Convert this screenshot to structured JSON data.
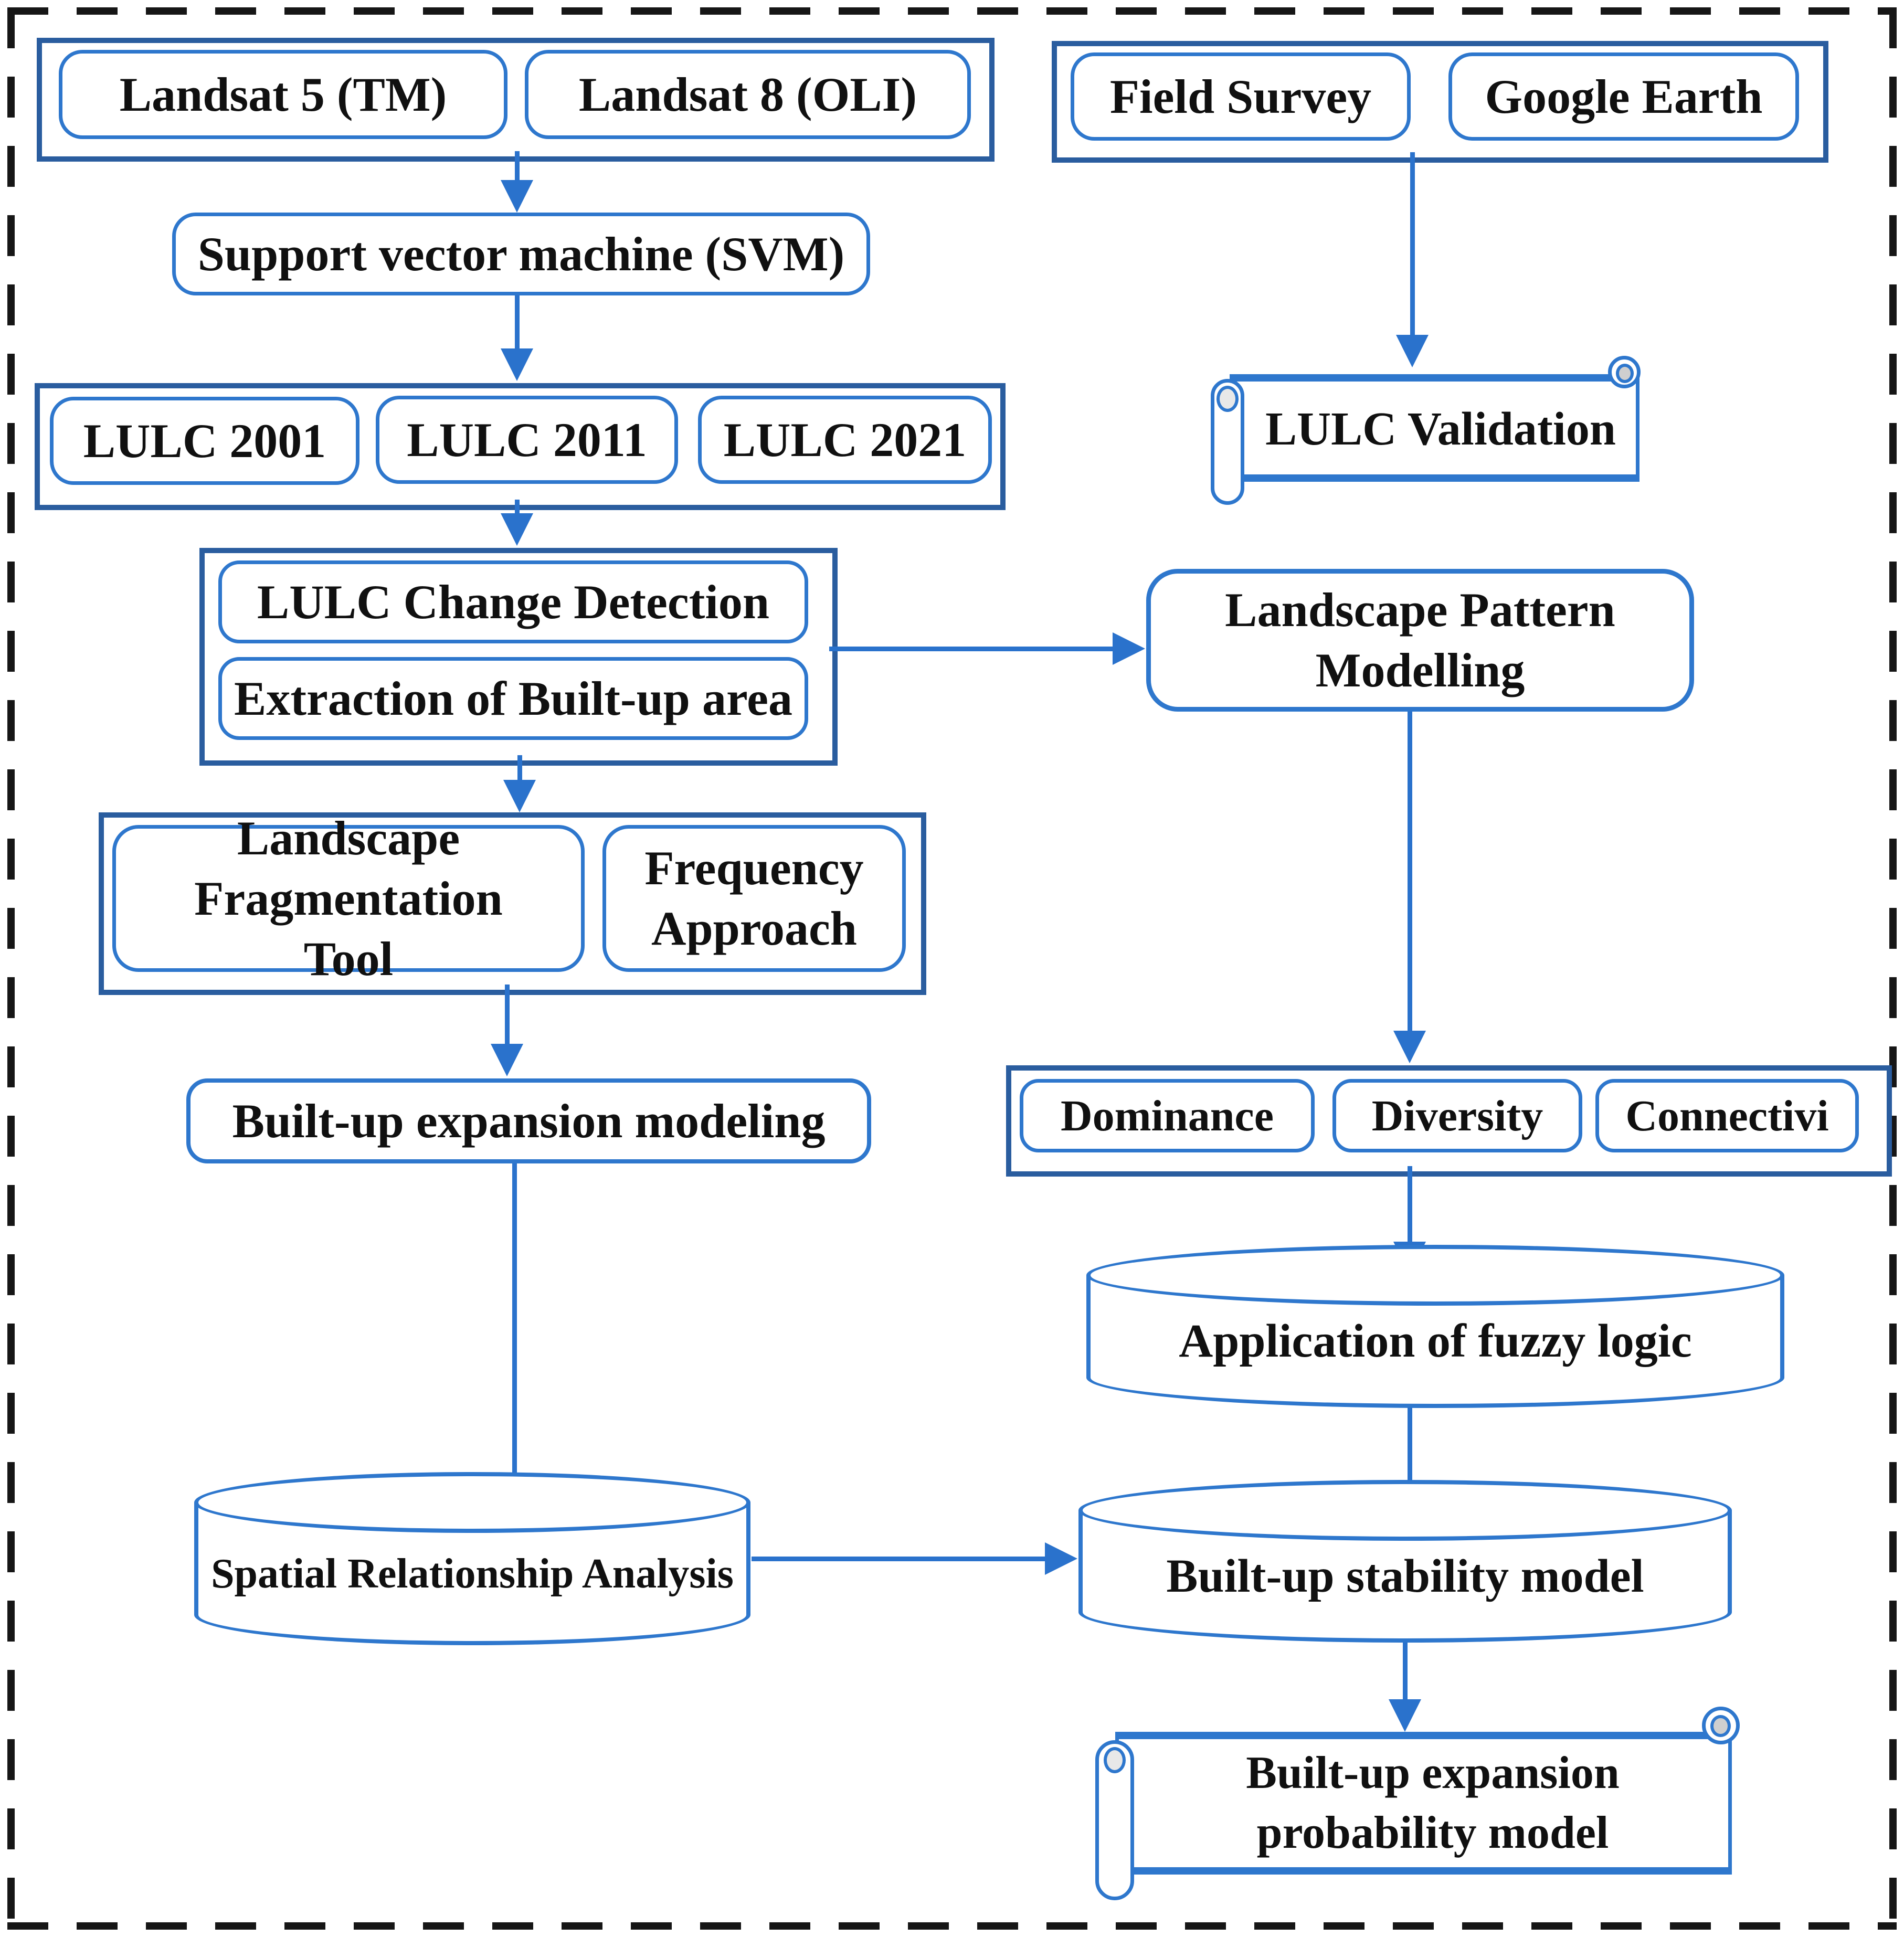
{
  "title": "Built-up expansion probability modelling methodology flowchart",
  "colors": {
    "box_border": "#2e77cd",
    "group_border": "#2a5d9f",
    "arrow": "#2a72cc",
    "text": "#101010",
    "frame_dash": "#161616",
    "background": "#ffffff"
  },
  "nodes": {
    "landsat5": "Landsat 5 (TM)",
    "landsat8": "Landsat 8 (OLI)",
    "field_survey": "Field Survey",
    "google_earth": "Google Earth",
    "svm": "Support vector machine (SVM)",
    "lulc_2001": "LULC 2001",
    "lulc_2011": "LULC 2011",
    "lulc_2021": "LULC 2021",
    "lulc_validation": "LULC Validation",
    "change_detection": "LULC Change Detection",
    "extraction_builtup": "Extraction of Built-up area",
    "landscape_pattern_modelling": "Landscape Pattern Modelling",
    "landscape_fragmentation_tool": "Landscape Fragmentation Tool",
    "frequency_approach": "Frequency Approach",
    "builtup_expansion_modeling": "Built-up expansion modeling",
    "dominance": "Dominance",
    "diversity": "Diversity",
    "connectivity": "Connectivi",
    "application_fuzzy_logic": "Application of fuzzy logic",
    "spatial_relationship_analysis": "Spatial Relationship Analysis",
    "builtup_stability_model": "Built-up stability model",
    "builtup_expansion_probability_model": "Built-up expansion probability model"
  }
}
